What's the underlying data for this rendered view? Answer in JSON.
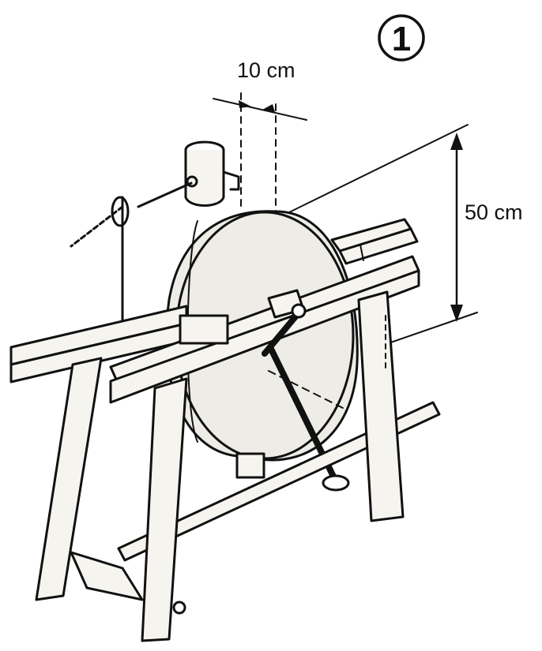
{
  "figure": {
    "number": "1",
    "dimensions": {
      "width_label": "10 cm",
      "height_label": "50 cm"
    }
  }
}
